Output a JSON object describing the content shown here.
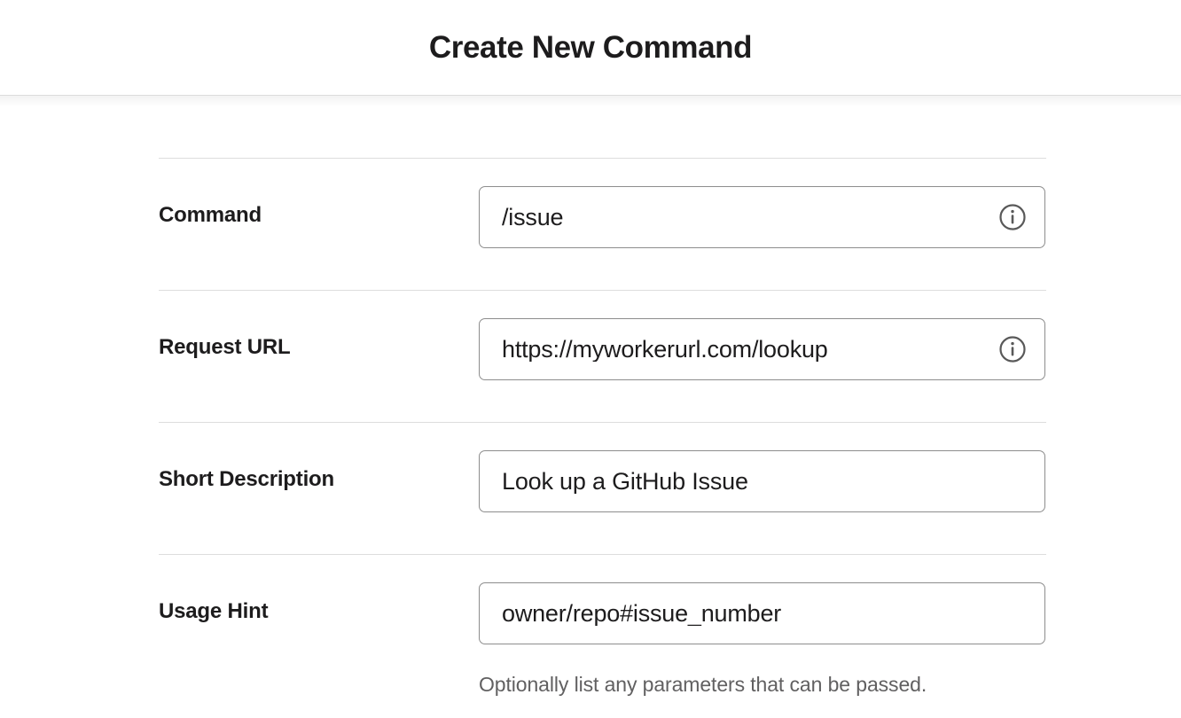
{
  "header": {
    "title": "Create New Command"
  },
  "form": {
    "rows": [
      {
        "label": "Command",
        "value": "/issue",
        "has_info_icon": true,
        "info_icon_name": "info-icon",
        "helper": ""
      },
      {
        "label": "Request URL",
        "value": "https://myworkerurl.com/lookup",
        "has_info_icon": true,
        "info_icon_name": "info-icon",
        "helper": ""
      },
      {
        "label": "Short Description",
        "value": "Look up a GitHub Issue",
        "has_info_icon": false,
        "info_icon_name": "",
        "helper": ""
      },
      {
        "label": "Usage Hint",
        "value": "owner/repo#issue_number",
        "has_info_icon": false,
        "info_icon_name": "",
        "helper": "Optionally list any parameters that can be passed."
      }
    ]
  },
  "colors": {
    "text_primary": "#1d1c1d",
    "text_muted": "#616061",
    "input_border": "#8d8d8d",
    "divider": "#dddddd",
    "icon": "#595959",
    "background": "#ffffff"
  }
}
